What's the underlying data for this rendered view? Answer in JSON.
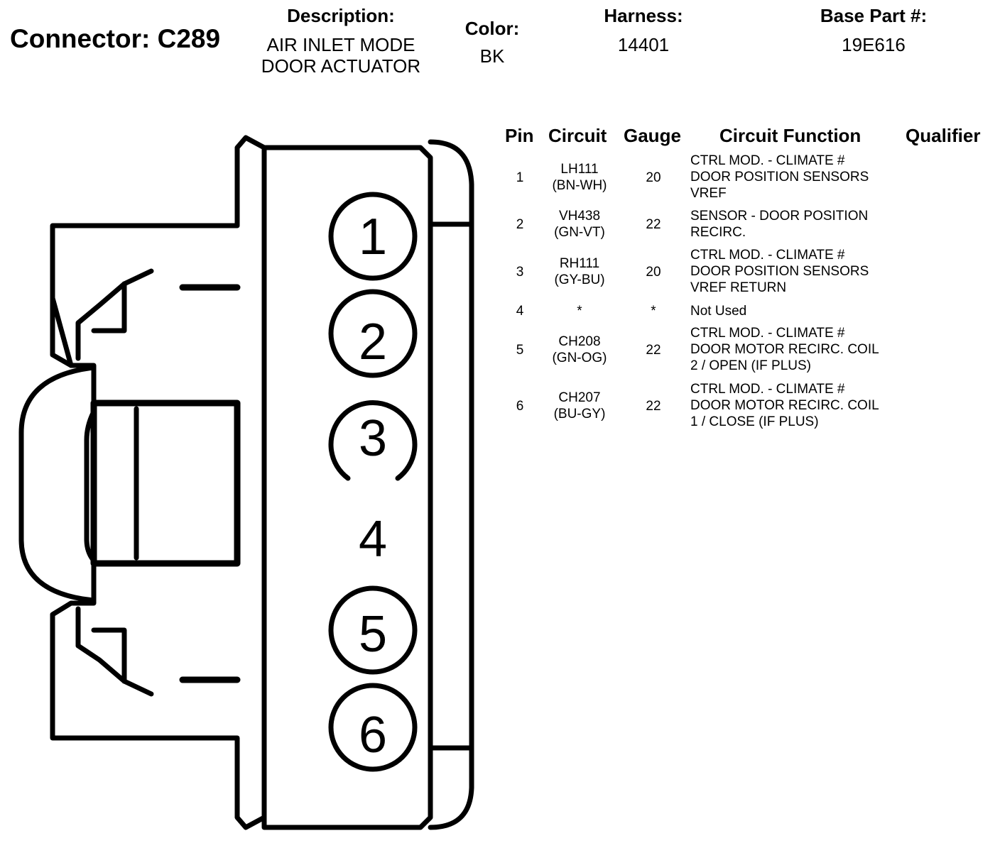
{
  "header": {
    "connector_label": "Connector: C289",
    "description_label": "Description:",
    "description_lines": [
      "AIR INLET MODE",
      "DOOR ACTUATOR"
    ],
    "color_label": "Color:",
    "color_value": "BK",
    "harness_label": "Harness:",
    "harness_value": "14401",
    "base_part_label": "Base Part #:",
    "base_part_value": "19E616"
  },
  "diagram": {
    "pins": [
      "1",
      "2",
      "3",
      "4",
      "5",
      "6"
    ]
  },
  "table": {
    "columns": [
      "Pin",
      "Circuit",
      "Gauge",
      "Circuit Function",
      "Qualifier"
    ],
    "rows": [
      {
        "pin": "1",
        "circuit": "LH111",
        "color": "(BN-WH)",
        "gauge": "20",
        "function": [
          "CTRL MOD. - CLIMATE #",
          "DOOR POSITION SENSORS",
          "VREF"
        ],
        "qualifier": ""
      },
      {
        "pin": "2",
        "circuit": "VH438",
        "color": "(GN-VT)",
        "gauge": "22",
        "function": [
          "SENSOR - DOOR POSITION",
          "RECIRC."
        ],
        "qualifier": ""
      },
      {
        "pin": "3",
        "circuit": "RH111",
        "color": "(GY-BU)",
        "gauge": "20",
        "function": [
          "CTRL MOD. - CLIMATE #",
          "DOOR POSITION SENSORS",
          "VREF RETURN"
        ],
        "qualifier": ""
      },
      {
        "pin": "4",
        "circuit": "*",
        "color": "",
        "gauge": "*",
        "function": [
          "Not Used"
        ],
        "qualifier": ""
      },
      {
        "pin": "5",
        "circuit": "CH208",
        "color": "(GN-OG)",
        "gauge": "22",
        "function": [
          "CTRL MOD. - CLIMATE #",
          "DOOR MOTOR RECIRC. COIL",
          "2 / OPEN (IF PLUS)"
        ],
        "qualifier": ""
      },
      {
        "pin": "6",
        "circuit": "CH207",
        "color": "(BU-GY)",
        "gauge": "22",
        "function": [
          "CTRL MOD. - CLIMATE #",
          "DOOR MOTOR RECIRC. COIL",
          "1 / CLOSE (IF PLUS)"
        ],
        "qualifier": ""
      }
    ]
  }
}
